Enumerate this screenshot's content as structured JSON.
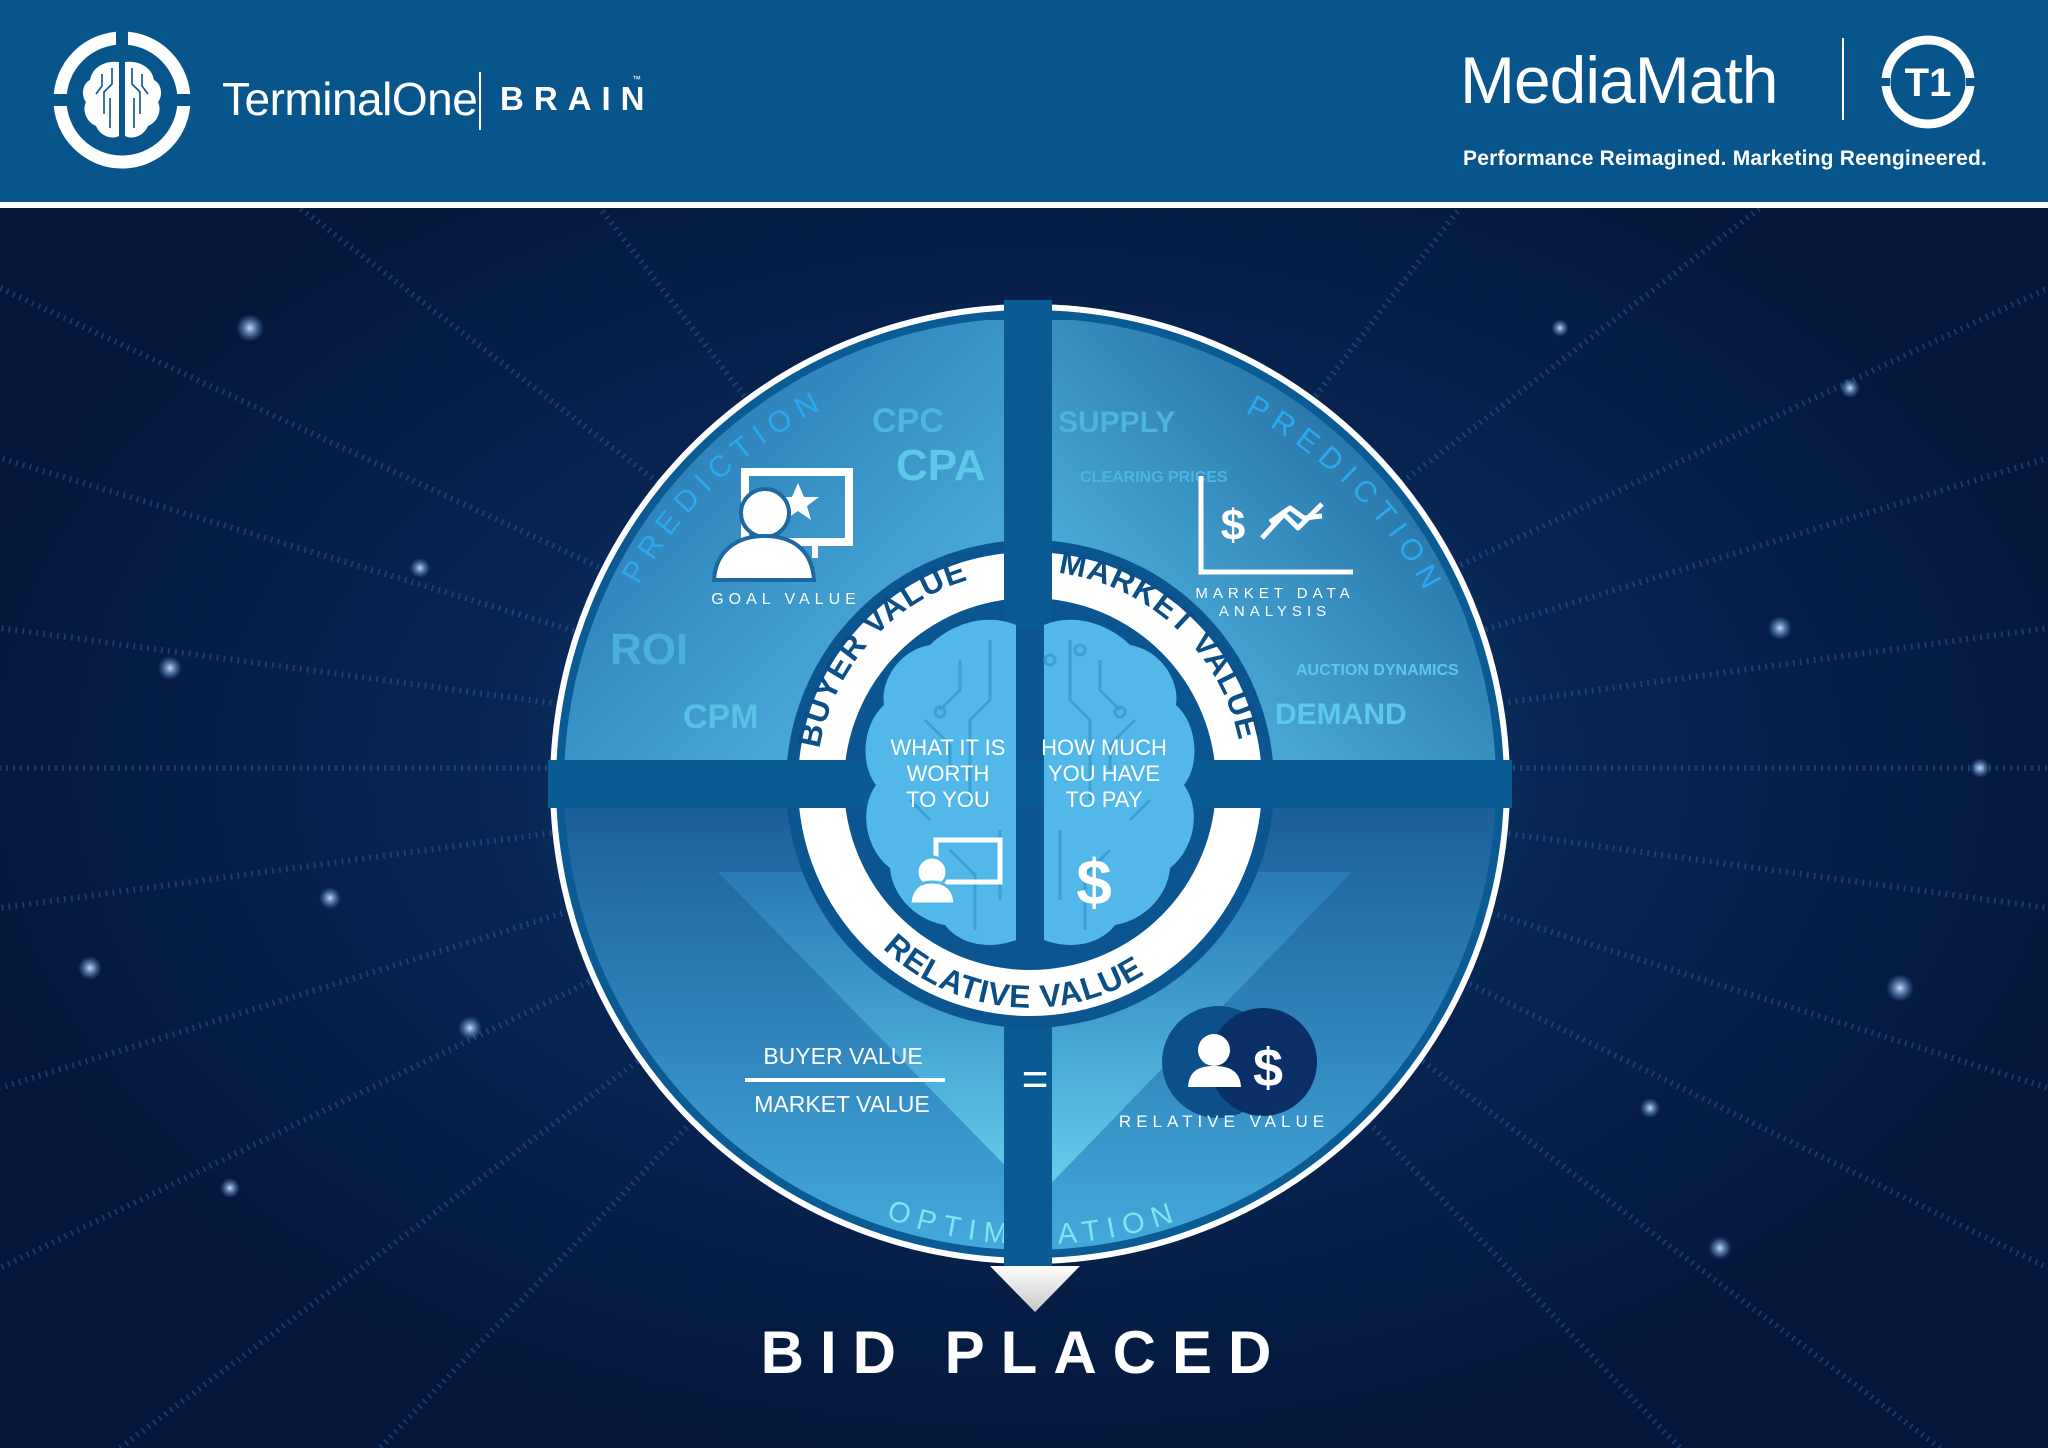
{
  "header": {
    "product_name": "TerminalOne",
    "product_sub": "BRAIN",
    "trademark": "™",
    "company": "MediaMath",
    "company_badge": "T1",
    "tagline": "Performance Reimagined. Marketing Reengineered.",
    "colors": {
      "header_bg": "#08558c",
      "text": "#ffffff"
    }
  },
  "diagram": {
    "top_left": {
      "arc_label": "PREDICTION",
      "icon": "user-monitor-star-icon",
      "icon_caption": "GOAL VALUE",
      "terms": [
        "CPC",
        "CPA",
        "ROI",
        "CPM"
      ]
    },
    "top_right": {
      "arc_label": "PREDICTION",
      "icon": "dollar-chart-icon",
      "icon_caption_line1": "MARKET DATA",
      "icon_caption_line2": "ANALYSIS",
      "terms": [
        "SUPPLY",
        "CLEARING PRICES",
        "AUCTION DYNAMICS",
        "DEMAND"
      ]
    },
    "ring": {
      "buyer_value": "BUYER VALUE",
      "market_value": "MARKET VALUE",
      "relative_value": "RELATIVE VALUE"
    },
    "brain": {
      "left_line1": "WHAT IT IS",
      "left_line2": "WORTH",
      "left_line3": "TO YOU",
      "left_icon": "user-monitor-icon",
      "right_line1": "HOW MUCH",
      "right_line2": "YOU HAVE",
      "right_line3": "TO PAY",
      "right_icon": "dollar-icon"
    },
    "formula": {
      "numerator": "BUYER VALUE",
      "denominator": "MARKET VALUE",
      "equals": "=",
      "result_icon": "user-dollar-icon",
      "result_label": "RELATIVE VALUE"
    },
    "bottom_arc_label": "OPTIMISATION",
    "outcome": "BID PLACED",
    "colors": {
      "panel_dark": "#0a5a94",
      "panel_light": "#4fb6e6",
      "ring_white": "#ffffff",
      "ring_text": "#0b4f86",
      "arc_text": "#2aa8f0",
      "optimisation_text": "#7fe6f0",
      "term_text": "#5cc8ea"
    }
  }
}
